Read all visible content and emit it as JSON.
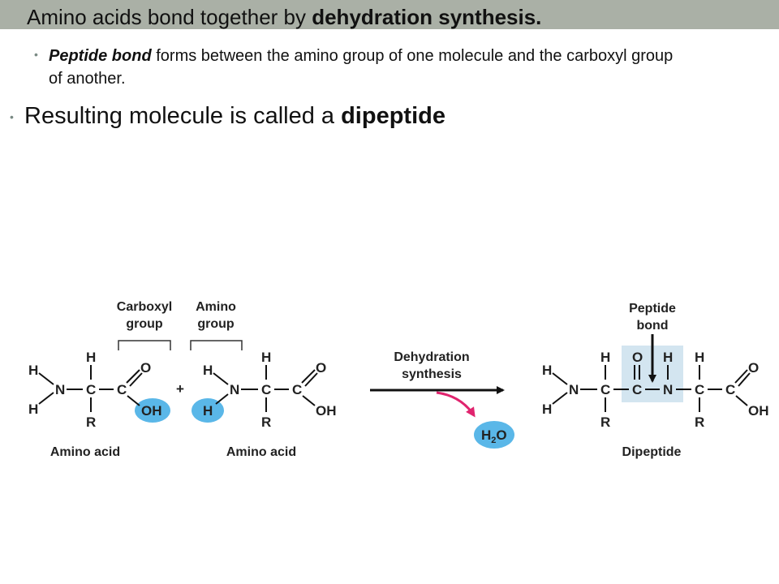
{
  "slide": {
    "title_plain": "Amino acids bond together by ",
    "title_bold": "dehydration synthesis.",
    "sub_bullet_bold": "Peptide bond",
    "sub_bullet_text": " forms between the amino group of one molecule and the carboxyl group of another.",
    "main_bullet_plain": "Resulting molecule is called a ",
    "main_bullet_bold": "dipeptide"
  },
  "diagram": {
    "labels": {
      "carboxyl_group_line1": "Carboxyl",
      "carboxyl_group_line2": "group",
      "amino_group_line1": "Amino",
      "amino_group_line2": "group",
      "amino_acid_1": "Amino acid",
      "amino_acid_2": "Amino acid",
      "reaction_line1": "Dehydration",
      "reaction_line2": "synthesis",
      "water": "H",
      "water_sub": "2",
      "water_o": "O",
      "peptide_bond_line1": "Peptide",
      "peptide_bond_line2": "bond",
      "dipeptide": "Dipeptide",
      "plus": "+"
    },
    "atoms": {
      "H": "H",
      "N": "N",
      "C": "C",
      "O": "O",
      "R": "R",
      "OH": "OH"
    },
    "colors": {
      "highlight": "#5ab7e8",
      "peptide_box": "#d3e5f0",
      "arrow_water": "#e0246e",
      "header_bar": "#aab0a6"
    }
  }
}
